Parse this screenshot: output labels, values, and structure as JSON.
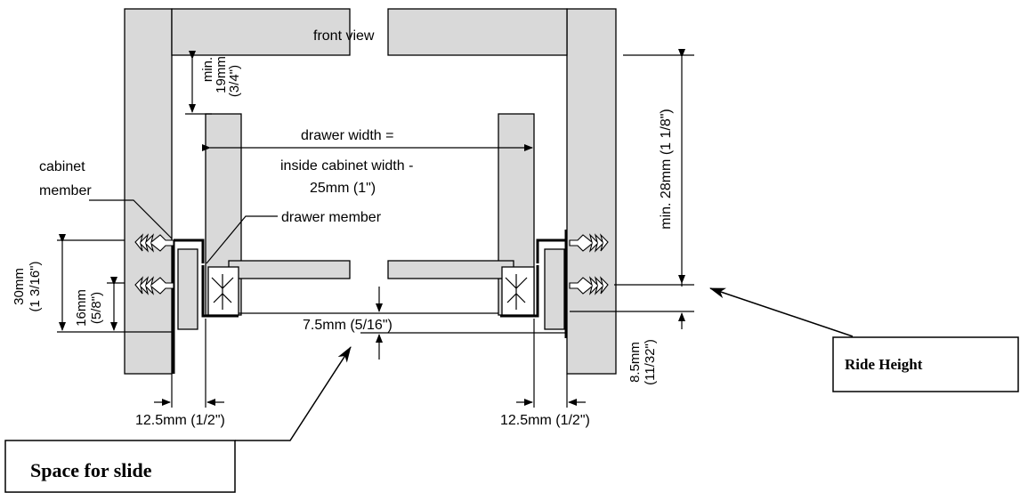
{
  "labels": {
    "front_view": "front view",
    "cabinet_member_1": "cabinet",
    "cabinet_member_2": "member",
    "drawer_member": "drawer member",
    "drawer_width_1": "drawer width  =",
    "drawer_width_2": "inside cabinet width -",
    "drawer_width_3": "25mm (1\")",
    "min19_a": "min.",
    "min19_b": "19mm",
    "min19_c": "(3/4\")",
    "min28": "min. 28mm (1 1/8\")",
    "dim30_a": "30mm",
    "dim30_b": "(1 3/16\")",
    "dim16_a": "16mm",
    "dim16_b": "(5/8\")",
    "dim75": "7.5mm (5/16\")",
    "dim85_a": "8.5mm",
    "dim85_b": "(11/32\")",
    "dim125_left": "12.5mm (1/2\")",
    "dim125_right": "12.5mm (1/2\")"
  },
  "callouts": {
    "ride_height": "Ride Height",
    "space_for_slide": "Space for slide"
  }
}
